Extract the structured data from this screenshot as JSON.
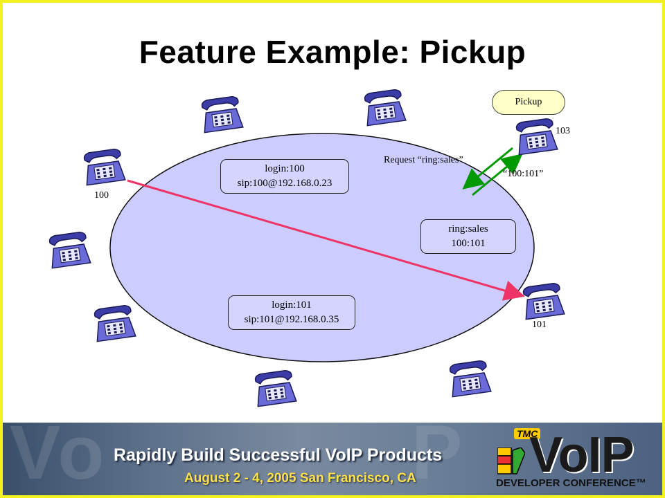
{
  "slide": {
    "title": "Feature Example: Pickup"
  },
  "diagram": {
    "box_login100": {
      "line1": "login:100",
      "line2": "sip:100@192.168.0.23"
    },
    "box_ringsales": {
      "line1": "ring:sales",
      "line2": "100:101"
    },
    "box_login101": {
      "line1": "login:101",
      "line2": "sip:101@192.168.0.35"
    },
    "pickup_label": "Pickup",
    "phone_labels": {
      "p100": "100",
      "p101": "101",
      "p103": "103"
    },
    "request_label": "Request “ring:sales”",
    "response_label": "“100:101”",
    "colors": {
      "ellipse_fill": "#ccccff",
      "call_line": "#ee3366",
      "arrows": "#009900",
      "phone": "#5555cc",
      "pickup_fill": "#ffffc8",
      "frame": "#f5f020"
    }
  },
  "banner": {
    "tagline": "Rapidly Build Successful VoIP Products",
    "dates": "August 2 - 4, 2005 San Francisco, CA",
    "logo_tmc": "TMC",
    "logo_main": "VoIP",
    "logo_sub": "DEVELOPER CONFERENCE™"
  }
}
